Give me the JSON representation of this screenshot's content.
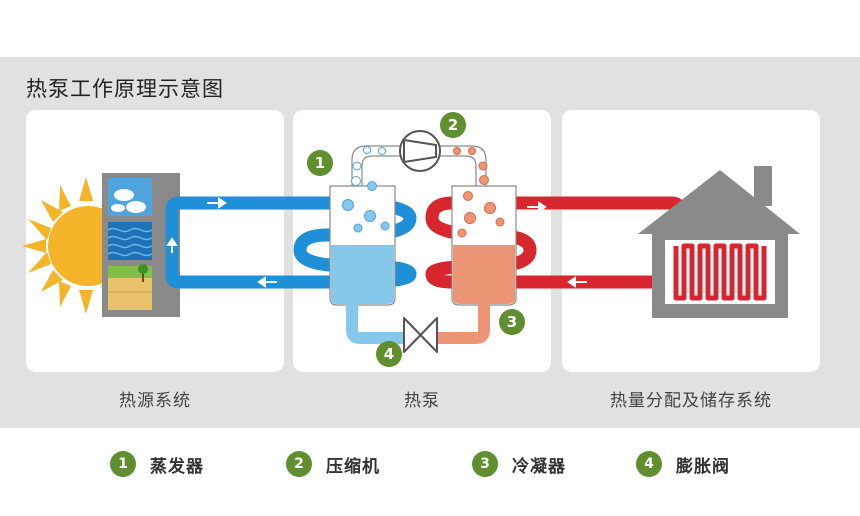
{
  "title": "热泵工作原理示意图",
  "sections": [
    {
      "label": "热源系统"
    },
    {
      "label": "热泵"
    },
    {
      "label": "热量分配及储存系统"
    }
  ],
  "markers": [
    "1",
    "2",
    "3",
    "4"
  ],
  "legend": [
    {
      "num": "1",
      "text": "蒸发器"
    },
    {
      "num": "2",
      "text": "压缩机"
    },
    {
      "num": "3",
      "text": "冷凝器"
    },
    {
      "num": "4",
      "text": "膨胀阀"
    }
  ],
  "colors": {
    "cold_pipe": "#1f8fd8",
    "hot_pipe": "#d8262e",
    "marker": "#5f8f2e",
    "evaporator_fill": "#86c8ea",
    "condenser_fill": "#ec9574",
    "sun": "#f4b42a",
    "house": "#8a8a8a"
  }
}
